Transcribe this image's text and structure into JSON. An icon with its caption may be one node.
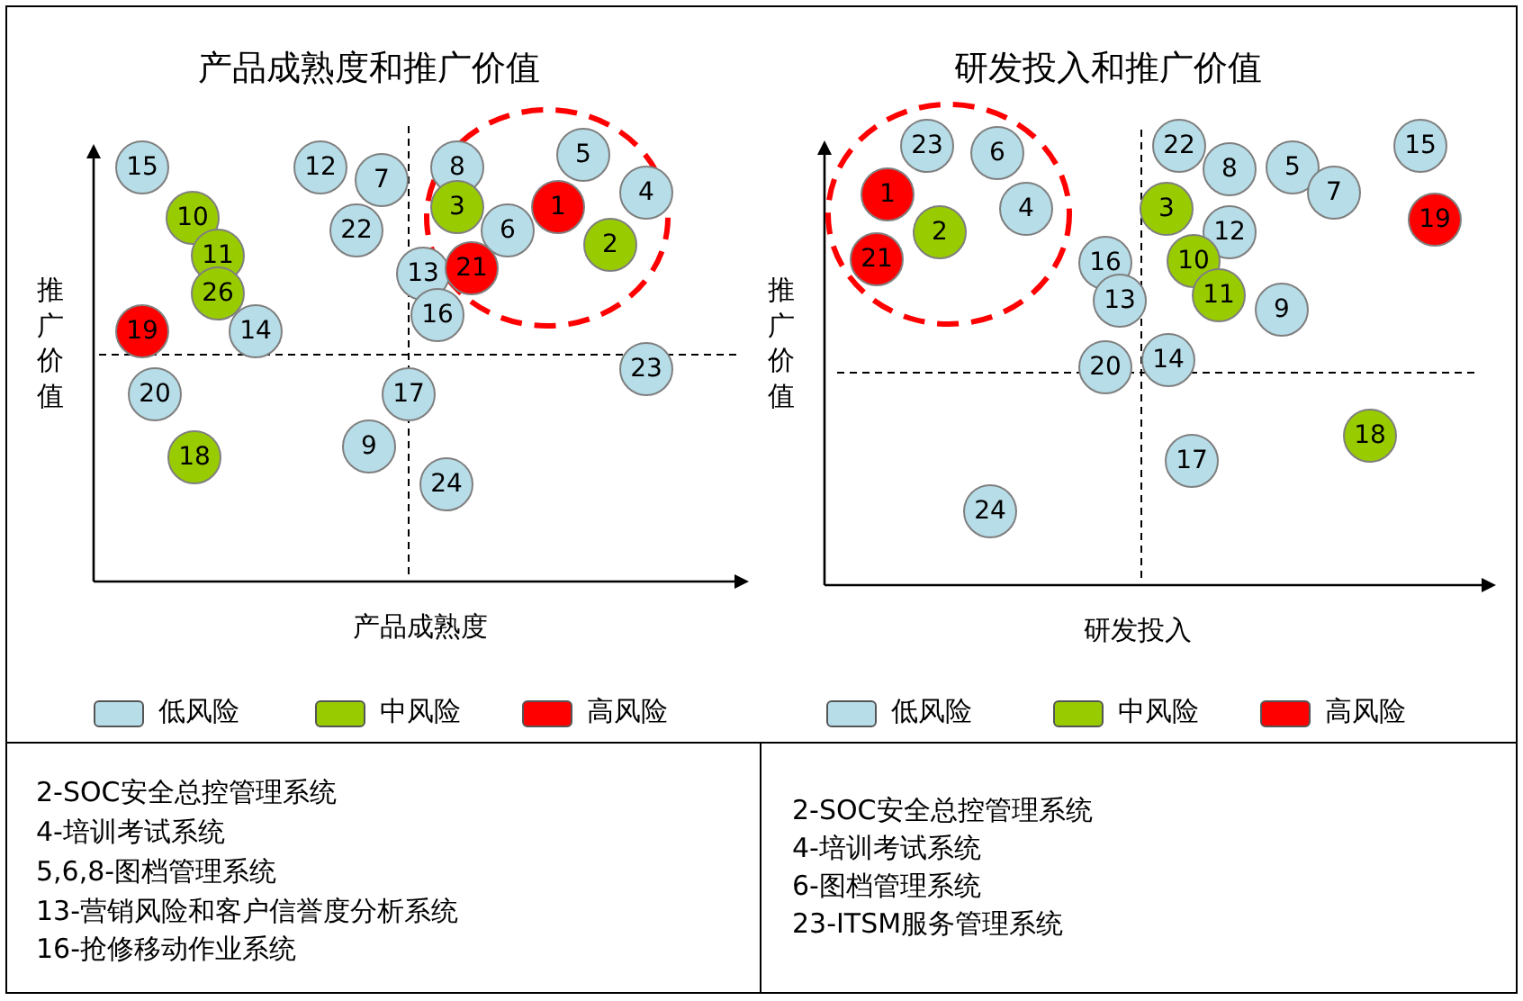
{
  "diagram": {
    "nodes": [
      {
        "text": [
          "15"
        ]
      },
      {
        "text": [
          "12"
        ]
      },
      {
        "text": [
          "7"
        ]
      },
      {
        "text": [
          "8"
        ]
      },
      {
        "text": [
          "5"
        ]
      },
      {
        "text": [
          "4"
        ]
      },
      {
        "text": [
          "3"
        ]
      },
      {
        "text": [
          "1"
        ]
      },
      {
        "text": [
          "6"
        ]
      },
      {
        "text": [
          "2"
        ]
      },
      {
        "text": [
          "10"
        ]
      },
      {
        "text": [
          "11"
        ]
      },
      {
        "text": [
          "26"
        ]
      },
      {
        "text": [
          "22"
        ]
      },
      {
        "text": [
          "13"
        ]
      },
      {
        "text": [
          "21"
        ]
      },
      {
        "text": [
          "16"
        ]
      },
      {
        "text": [
          "19"
        ]
      },
      {
        "text": [
          "14"
        ]
      },
      {
        "text": [
          "23"
        ]
      },
      {
        "text": [
          "20"
        ]
      },
      {
        "text": [
          "17"
        ]
      },
      {
        "text": [
          "9"
        ]
      },
      {
        "text": [
          "18"
        ]
      },
      {
        "text": [
          "24"
        ]
      },
      {
        "text": [
          "23"
        ]
      },
      {
        "text": [
          "6"
        ]
      },
      {
        "text": [
          "22"
        ]
      },
      {
        "text": [
          "15"
        ]
      },
      {
        "text": [
          "8"
        ]
      },
      {
        "text": [
          "5"
        ]
      },
      {
        "text": [
          "7"
        ]
      },
      {
        "text": [
          "1"
        ]
      },
      {
        "text": [
          "4"
        ]
      },
      {
        "text": [
          "3"
        ]
      },
      {
        "text": [
          "19"
        ]
      },
      {
        "text": [
          "2"
        ]
      },
      {
        "text": [
          "12"
        ]
      },
      {
        "text": [
          "21"
        ]
      },
      {
        "text": [
          "16"
        ]
      },
      {
        "text": [
          "10"
        ]
      },
      {
        "text": [
          "13"
        ]
      },
      {
        "text": [
          "11"
        ]
      },
      {
        "text": [
          "9"
        ]
      },
      {
        "text": [
          "20"
        ]
      },
      {
        "text": [
          "14"
        ]
      },
      {
        "text": [
          "18"
        ]
      },
      {
        "text": [
          "17"
        ]
      },
      {
        "text": [
          "24"
        ]
      }
    ],
    "labels": [
      "产品成熟度和推广价值",
      "研发投入和推广价值",
      "推广价值",
      "推广价值",
      "产品成熟度",
      "研发投入",
      "2-SOC安全总控管理系统",
      "4-培训考试系统",
      "5,6,8-图档管理系统",
      "13-营销风险和客户信誉度分析系统",
      "16-抢修移动作业系统",
      "2-SOC安全总控管理系统",
      "4-培训考试系统",
      "6-图档管理系统",
      "23-ITSM服务管理系统"
    ],
    "legend": [
      {
        "text": "低风险",
        "color": "#b7dde8"
      },
      {
        "text": "中风险",
        "color": "#99cc00"
      },
      {
        "text": "高风险",
        "color": "#ff0000"
      },
      {
        "text": "低风险",
        "color": "#b7dde8"
      },
      {
        "text": "中风险",
        "color": "#99cc00"
      },
      {
        "text": "高风险",
        "color": "#ff0000"
      }
    ]
  }
}
